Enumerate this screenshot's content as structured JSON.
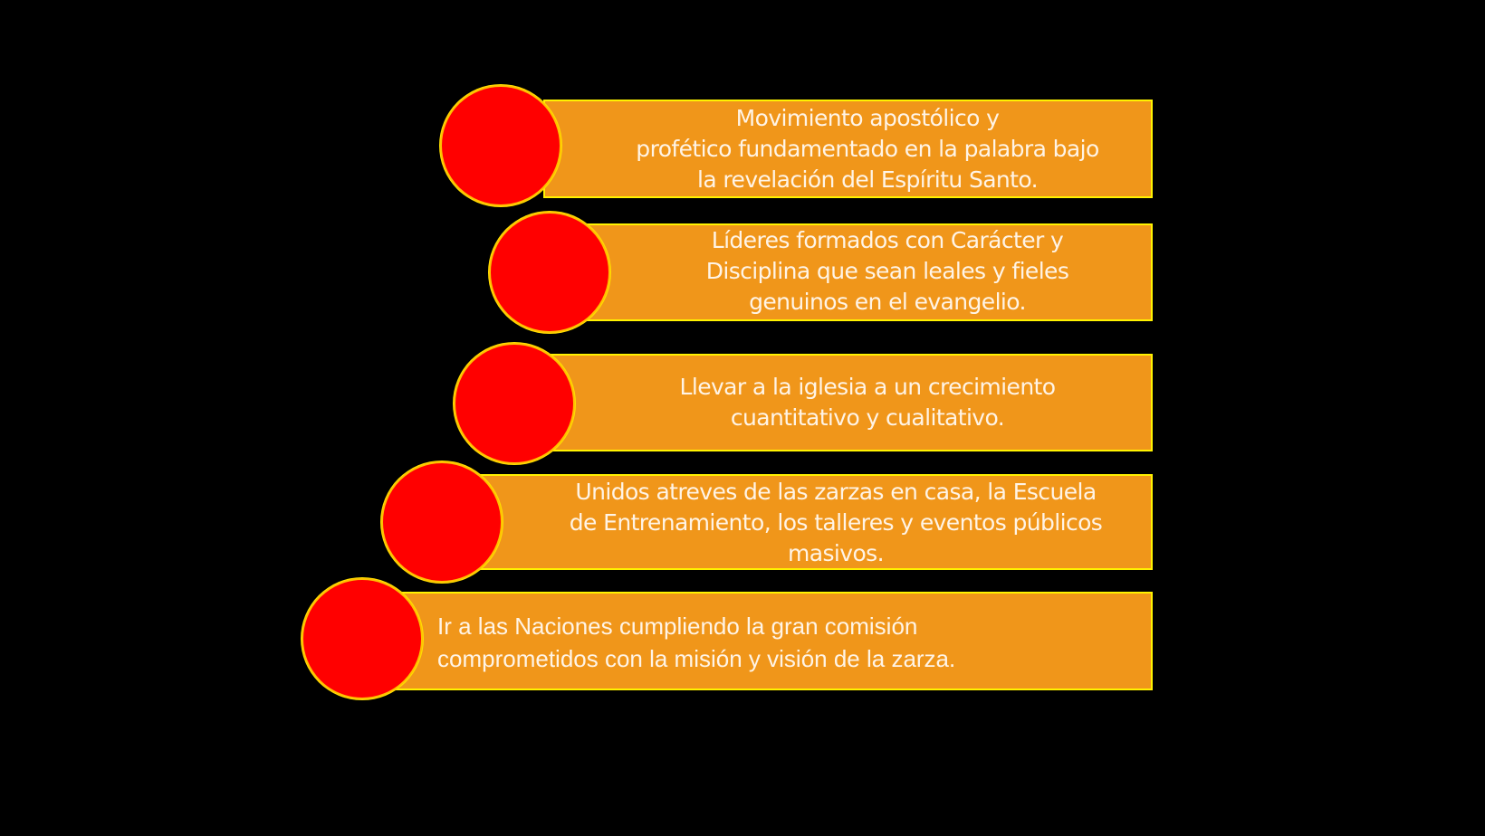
{
  "diagram": {
    "type": "stepped-list",
    "colors": {
      "background": "#000000",
      "bar_fill": "#F0961A",
      "bar_border": "#FFF200",
      "circle_fill": "#FF0000",
      "circle_border": "#FFC000",
      "text": "#FFF4E6"
    },
    "items": [
      {
        "lines": [
          "Movimiento apostólico y",
          "profético fundamentado en la palabra bajo",
          "la revelación del Espíritu Santo."
        ]
      },
      {
        "lines": [
          "Líderes formados con Carácter y",
          "Disciplina que sean leales y fieles",
          "genuinos en el evangelio."
        ]
      },
      {
        "lines": [
          "Llevar a la iglesia a un crecimiento",
          "cuantitativo y cualitativo."
        ]
      },
      {
        "lines": [
          "Unidos atreves de las zarzas en casa, la Escuela",
          "de Entrenamiento, los talleres y eventos públicos",
          "masivos."
        ]
      },
      {
        "lines": [
          "Ir a las Naciones cumpliendo la gran comisión",
          "comprometidos con la misión y visión de la zarza."
        ]
      }
    ]
  }
}
